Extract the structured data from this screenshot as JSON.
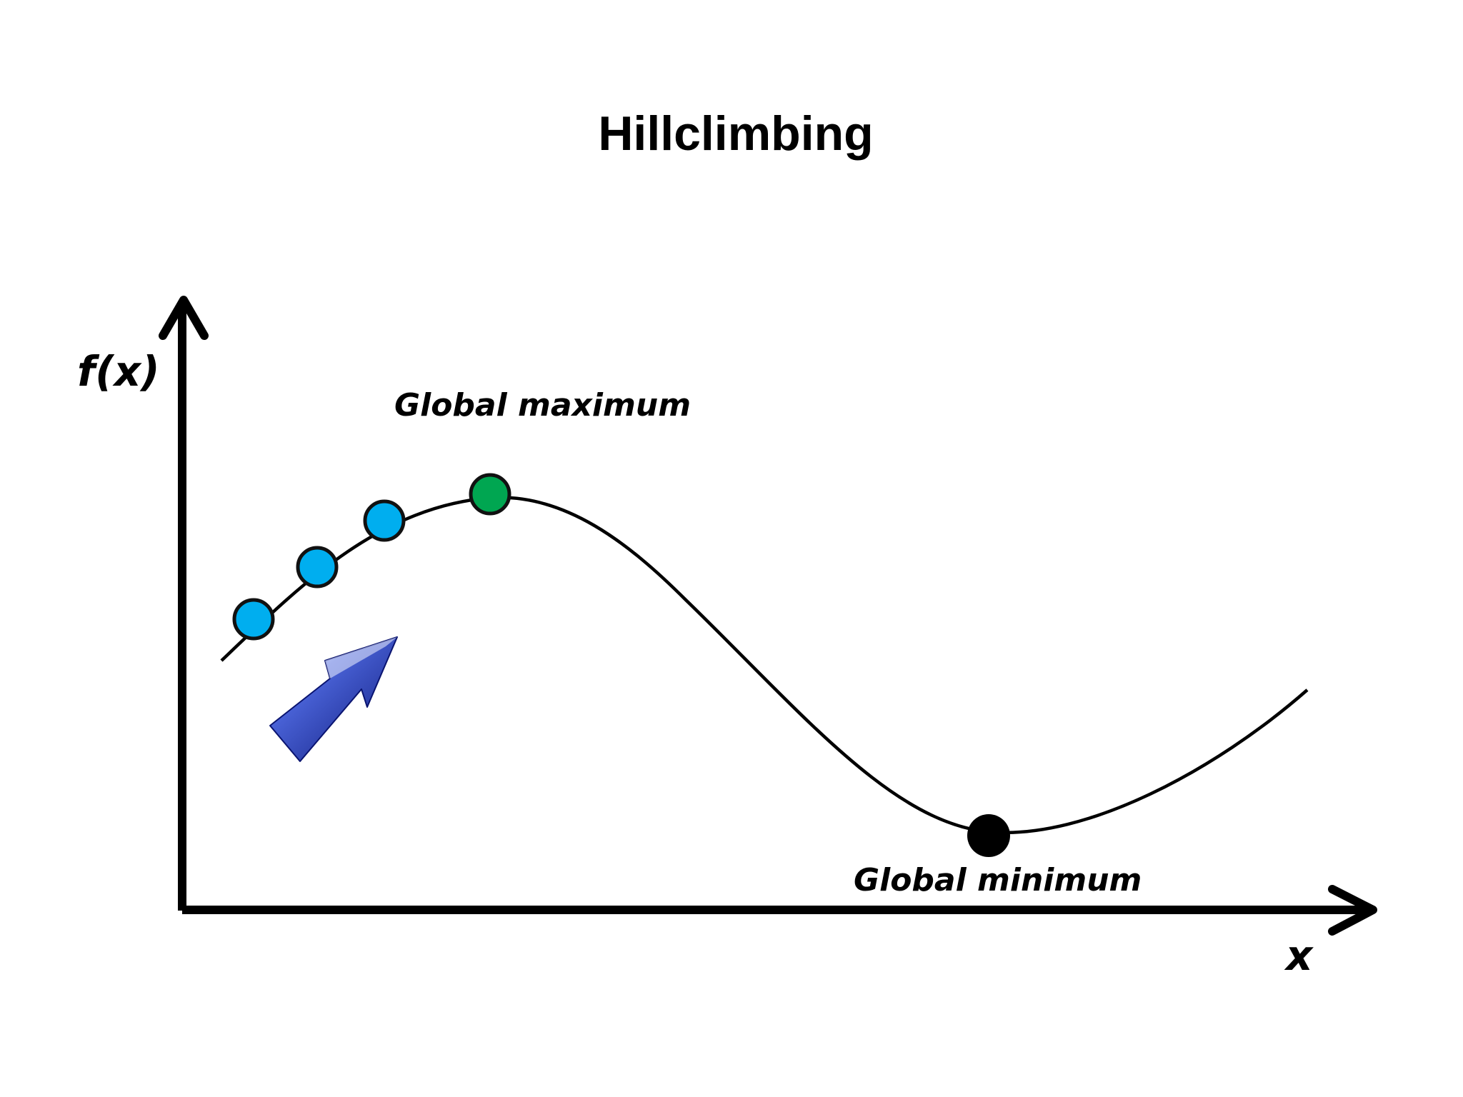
{
  "title": "Hillclimbing",
  "y_axis_label": "f(x)",
  "x_axis_label": "x",
  "annotations": {
    "max_label": "Global maximum",
    "min_label": "Global minimum"
  },
  "colors": {
    "step_point": "#00AEEF",
    "peak_point": "#00A651",
    "min_point": "#000000",
    "arrow": "#1F2FA8",
    "curve": "#000000"
  },
  "icons": {
    "direction_arrow": "uphill-arrow-icon"
  }
}
